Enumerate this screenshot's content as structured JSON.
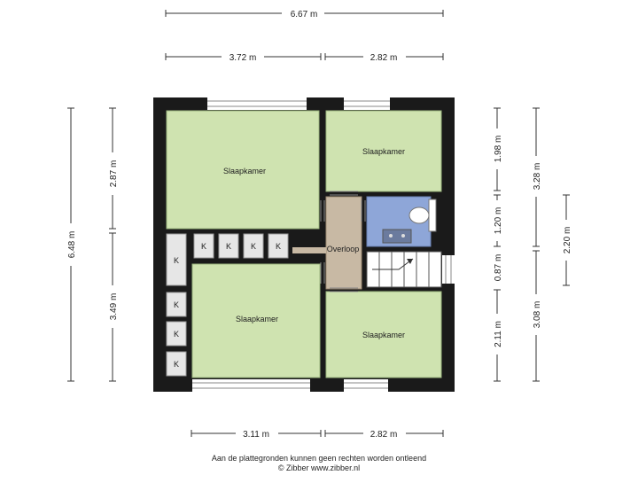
{
  "dimensions": {
    "top_total": "6.67 m",
    "top_left": "3.72 m",
    "top_right": "2.82 m",
    "bottom_left": "3.11 m",
    "bottom_right": "2.82 m",
    "left_total": "6.48 m",
    "left_upper": "2.87 m",
    "left_lower": "3.49 m",
    "right_1": "1.98 m",
    "right_2": "1.20 m",
    "right_3": "0.87 m",
    "right_4": "2.11 m",
    "right_outer_upper": "3.28 m",
    "right_outer_lower": "3.08 m",
    "right_far": "2.20 m"
  },
  "rooms": {
    "bedroom_top_left": "Slaapkamer",
    "bedroom_top_right": "Slaapkamer",
    "bedroom_bottom_left": "Slaapkamer",
    "bedroom_bottom_right": "Slaapkamer",
    "landing": "Overloop"
  },
  "closets": [
    "K",
    "K",
    "K",
    "K",
    "K",
    "K",
    "K",
    "K"
  ],
  "colors": {
    "room_green": "#cfe3b0",
    "landing_tan": "#c8b9a4",
    "bathroom_blue": "#8ea6d8",
    "wall": "#1a1a1a",
    "closet_grey": "#e6e6e6"
  },
  "footer": {
    "line1": "Aan de plattegronden kunnen geen rechten worden ontleend",
    "line2": "© Zibber www.zibber.nl"
  }
}
